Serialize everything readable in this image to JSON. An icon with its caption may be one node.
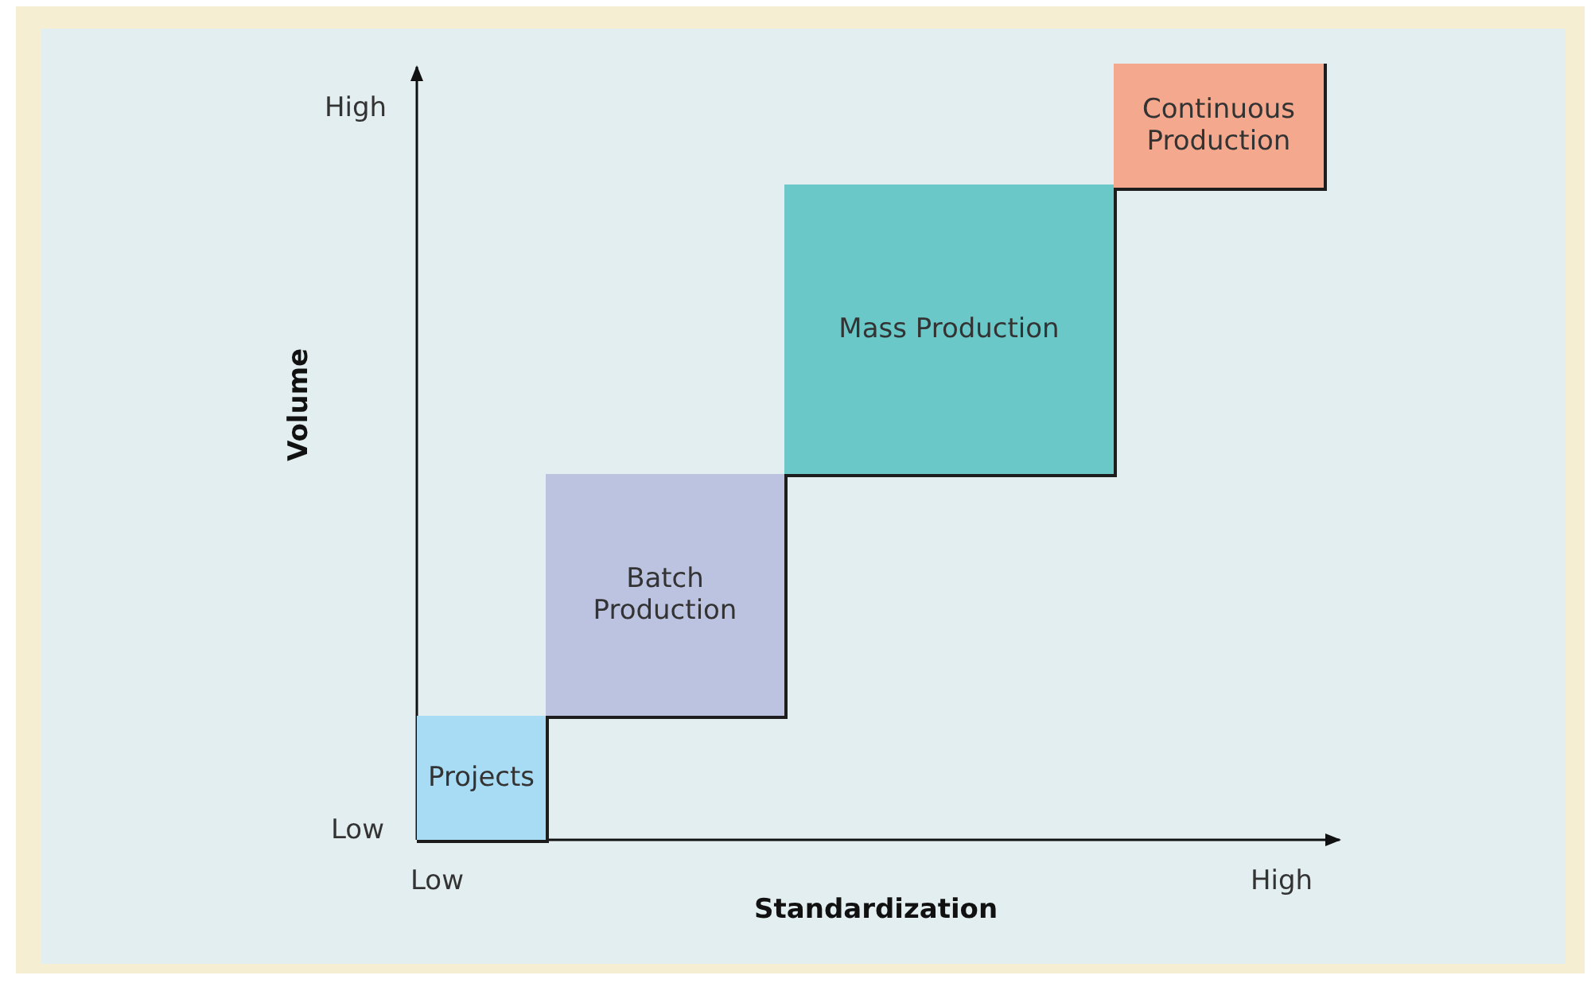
{
  "diagram": {
    "nodes": [
      {
        "text": [
          "Projects"
        ]
      },
      {
        "text": [
          "Batch Production"
        ]
      },
      {
        "text": [
          "Mass Production"
        ]
      },
      {
        "text": [
          "Continuous Production"
        ]
      }
    ],
    "labels": [
      "High",
      "Volume",
      "Low",
      "Low",
      "High",
      "Standardization"
    ]
  }
}
